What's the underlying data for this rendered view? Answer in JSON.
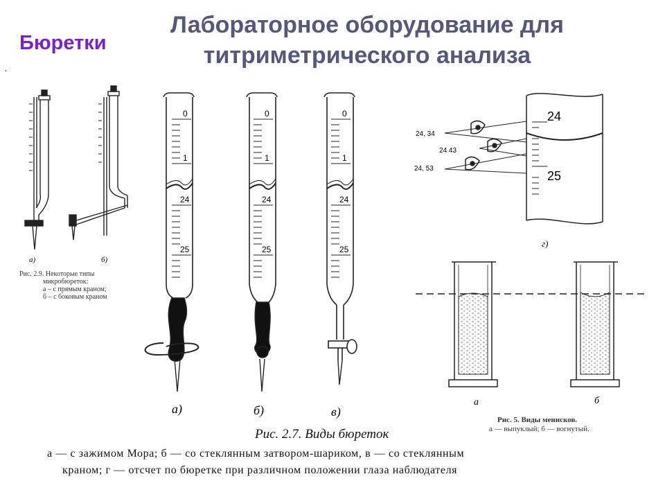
{
  "header": {
    "title_line1": "Лабораторное оборудование для",
    "title_line2": "титриметрического анализа",
    "subtitle": "Бюретки"
  },
  "micro_burettes": {
    "label_a": "а)",
    "label_b": "б)",
    "caption_line1": "Рис. 2.9. Некоторые типы",
    "caption_line2": "микробюреток:",
    "caption_line3": "а – с прямым краном;",
    "caption_line4": "б – с боковым краном"
  },
  "burettes": {
    "scale_0": "0",
    "scale_1": "1",
    "scale_24": "24",
    "scale_25": "25",
    "label_a": "а)",
    "label_b": "б)",
    "label_c": "в)",
    "caption": "Рис. 2.7. Виды бюреток",
    "desc_line1": "а — с зажимом Мора; б — со стеклянным затвором-шариком, в — со стеклянным",
    "desc_line2": "краном; г — отсчет по бюретке при различном положении глаза наблюдателя"
  },
  "reading": {
    "value_1": "24, 34",
    "value_2": "24 43",
    "value_3": "24, 53",
    "scale_24": "24",
    "scale_25": "25",
    "label": "г)"
  },
  "meniscus": {
    "label_a": "а",
    "label_b": "б",
    "caption_line1": "Рис. 5. Виды менисков.",
    "caption_line2": "а — выпуклый; б — вогнутый."
  }
}
